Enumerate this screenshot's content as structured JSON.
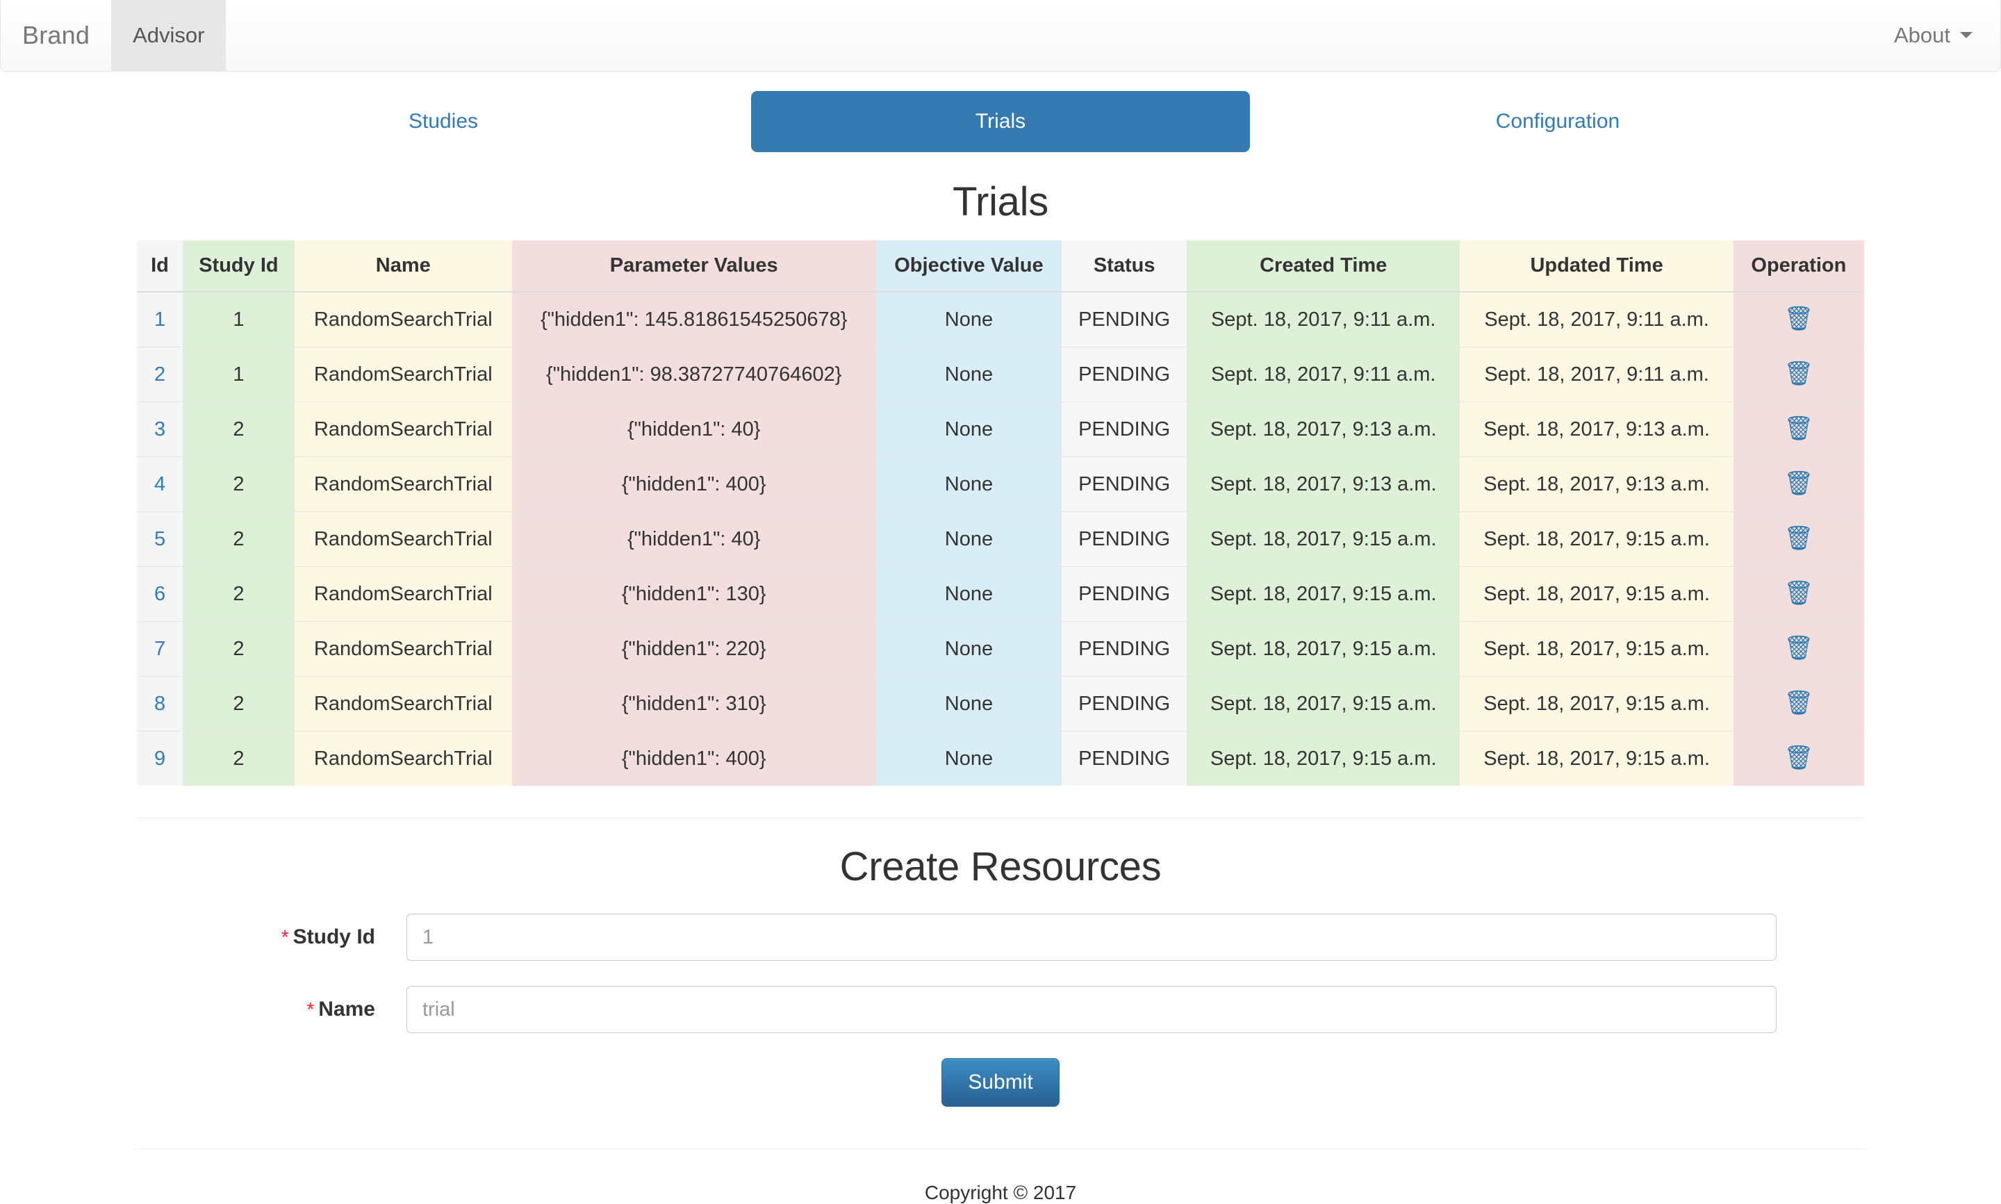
{
  "navbar": {
    "brand": "Brand",
    "items": [
      {
        "label": "Advisor",
        "active": true
      }
    ],
    "right": {
      "label": "About",
      "caret_icon": "chevron-down-icon"
    }
  },
  "tabs": [
    {
      "label": "Studies",
      "active": false
    },
    {
      "label": "Trials",
      "active": true
    },
    {
      "label": "Configuration",
      "active": false
    }
  ],
  "page": {
    "title": "Trials"
  },
  "table": {
    "columns": [
      "Id",
      "Study Id",
      "Name",
      "Parameter Values",
      "Objective Value",
      "Status",
      "Created Time",
      "Updated Time",
      "Operation"
    ],
    "delete_icon": "🗑",
    "rows": [
      {
        "id": "1",
        "study_id": "1",
        "name": "RandomSearchTrial",
        "parameter_values": "{\"hidden1\": 145.81861545250678}",
        "objective_value": "None",
        "status": "PENDING",
        "created_time": "Sept. 18, 2017, 9:11 a.m.",
        "updated_time": "Sept. 18, 2017, 9:11 a.m."
      },
      {
        "id": "2",
        "study_id": "1",
        "name": "RandomSearchTrial",
        "parameter_values": "{\"hidden1\": 98.38727740764602}",
        "objective_value": "None",
        "status": "PENDING",
        "created_time": "Sept. 18, 2017, 9:11 a.m.",
        "updated_time": "Sept. 18, 2017, 9:11 a.m."
      },
      {
        "id": "3",
        "study_id": "2",
        "name": "RandomSearchTrial",
        "parameter_values": "{\"hidden1\": 40}",
        "objective_value": "None",
        "status": "PENDING",
        "created_time": "Sept. 18, 2017, 9:13 a.m.",
        "updated_time": "Sept. 18, 2017, 9:13 a.m."
      },
      {
        "id": "4",
        "study_id": "2",
        "name": "RandomSearchTrial",
        "parameter_values": "{\"hidden1\": 400}",
        "objective_value": "None",
        "status": "PENDING",
        "created_time": "Sept. 18, 2017, 9:13 a.m.",
        "updated_time": "Sept. 18, 2017, 9:13 a.m."
      },
      {
        "id": "5",
        "study_id": "2",
        "name": "RandomSearchTrial",
        "parameter_values": "{\"hidden1\": 40}",
        "objective_value": "None",
        "status": "PENDING",
        "created_time": "Sept. 18, 2017, 9:15 a.m.",
        "updated_time": "Sept. 18, 2017, 9:15 a.m."
      },
      {
        "id": "6",
        "study_id": "2",
        "name": "RandomSearchTrial",
        "parameter_values": "{\"hidden1\": 130}",
        "objective_value": "None",
        "status": "PENDING",
        "created_time": "Sept. 18, 2017, 9:15 a.m.",
        "updated_time": "Sept. 18, 2017, 9:15 a.m."
      },
      {
        "id": "7",
        "study_id": "2",
        "name": "RandomSearchTrial",
        "parameter_values": "{\"hidden1\": 220}",
        "objective_value": "None",
        "status": "PENDING",
        "created_time": "Sept. 18, 2017, 9:15 a.m.",
        "updated_time": "Sept. 18, 2017, 9:15 a.m."
      },
      {
        "id": "8",
        "study_id": "2",
        "name": "RandomSearchTrial",
        "parameter_values": "{\"hidden1\": 310}",
        "objective_value": "None",
        "status": "PENDING",
        "created_time": "Sept. 18, 2017, 9:15 a.m.",
        "updated_time": "Sept. 18, 2017, 9:15 a.m."
      },
      {
        "id": "9",
        "study_id": "2",
        "name": "RandomSearchTrial",
        "parameter_values": "{\"hidden1\": 400}",
        "objective_value": "None",
        "status": "PENDING",
        "created_time": "Sept. 18, 2017, 9:15 a.m.",
        "updated_time": "Sept. 18, 2017, 9:15 a.m."
      }
    ]
  },
  "form": {
    "title": "Create Resources",
    "required_marker": "*",
    "fields": [
      {
        "label": "Study Id",
        "placeholder": "1",
        "value": ""
      },
      {
        "label": "Name",
        "placeholder": "trial",
        "value": ""
      }
    ],
    "submit_label": "Submit"
  },
  "footer": {
    "text": "Copyright © 2017"
  },
  "colors": {
    "accent": "#337ab7",
    "tab_active_bg": "#3479b0",
    "green": "#dff0d8",
    "yellow": "#fcf8e3",
    "pink": "#f2dede",
    "blue": "#d9edf7",
    "gray": "#f5f5f5",
    "required": "#f5222d"
  }
}
